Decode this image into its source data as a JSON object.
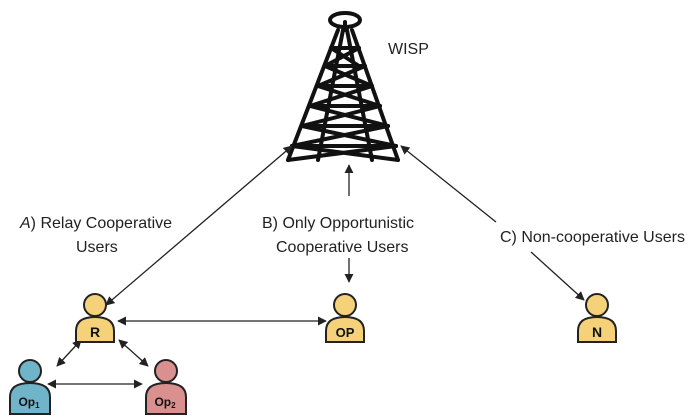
{
  "tower": {
    "label": "WISP"
  },
  "groups": {
    "relay": {
      "prefix": "A",
      "line1_rest": ") Relay Cooperative",
      "line2": "Users"
    },
    "opportunistic": {
      "line1": "B) Only Opportunistic",
      "line2": "Cooperative Users"
    },
    "noncooperative": {
      "line1": "C) Non-cooperative Users"
    }
  },
  "users": {
    "relay": {
      "letter": "R",
      "color": "#f5d27a"
    },
    "opportunistic": {
      "letter": "OP",
      "color": "#f5d27a"
    },
    "noncooperative": {
      "letter": "N",
      "color": "#f5d27a"
    },
    "op1": {
      "base": "Op",
      "sub": "1",
      "color": "#6fb4c9"
    },
    "op2": {
      "base": "Op",
      "sub": "2",
      "color": "#d9908f"
    }
  }
}
